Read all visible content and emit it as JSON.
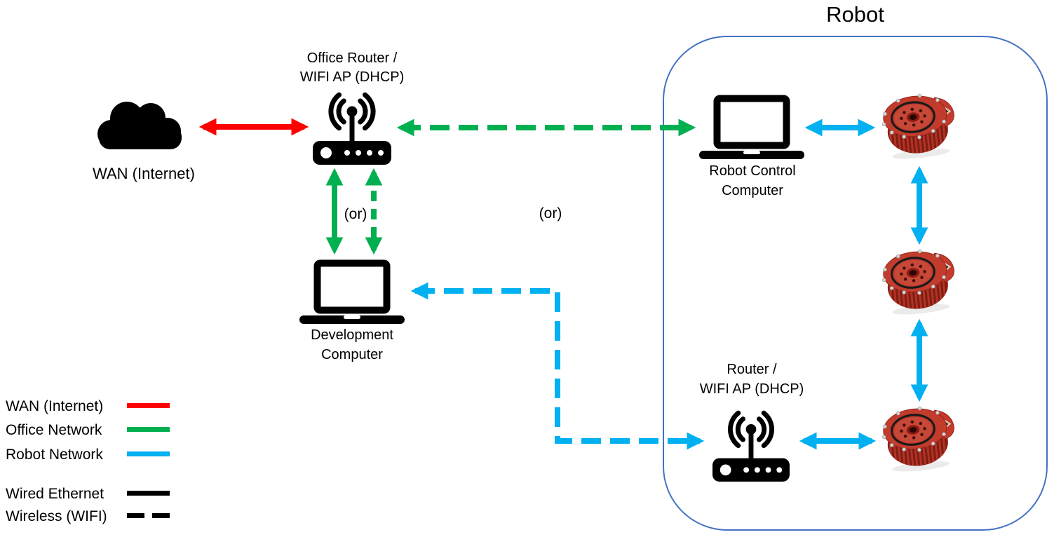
{
  "title": "Robot",
  "nodes": {
    "wan": {
      "label": "WAN (Internet)"
    },
    "office_router": {
      "label": [
        "Office Router /",
        "WIFI AP (DHCP)"
      ]
    },
    "development_computer": {
      "label": [
        "Development",
        "Computer"
      ]
    },
    "robot_control_computer": {
      "label": [
        "Robot Control",
        "Computer"
      ]
    },
    "robot_router": {
      "label": [
        "Router /",
        "WIFI AP (DHCP)"
      ]
    },
    "actuators": {
      "count": 3
    }
  },
  "annotations": {
    "or_wired_wireless": "(or)",
    "or_wifi_direct": "(or)"
  },
  "links": [
    {
      "from": "wan",
      "to": "office_router",
      "network": "WAN (Internet)",
      "type": "wired",
      "bidirectional": true
    },
    {
      "from": "office_router",
      "to": "robot_control_computer",
      "network": "Office Network",
      "type": "wireless",
      "bidirectional": true
    },
    {
      "from": "office_router",
      "to": "development_computer",
      "network": "Office Network",
      "type": "wired",
      "alternative": "(or)",
      "bidirectional": true
    },
    {
      "from": "office_router",
      "to": "development_computer",
      "network": "Office Network",
      "type": "wireless",
      "alternative": "(or)",
      "bidirectional": true
    },
    {
      "from": "development_computer",
      "to": "robot_router",
      "network": "Robot Network",
      "type": "wireless",
      "alternative": "(or)",
      "bidirectional": true
    },
    {
      "from": "robot_control_computer",
      "to": "actuator_1",
      "network": "Robot Network",
      "type": "wired",
      "bidirectional": true
    },
    {
      "from": "actuator_1",
      "to": "actuator_2",
      "network": "Robot Network",
      "type": "wired",
      "bidirectional": true
    },
    {
      "from": "actuator_2",
      "to": "actuator_3",
      "network": "Robot Network",
      "type": "wired",
      "bidirectional": true
    },
    {
      "from": "robot_router",
      "to": "actuator_3",
      "network": "Robot Network",
      "type": "wired",
      "bidirectional": true
    }
  ],
  "colors": {
    "wan_network": "#FF0000",
    "office_network": "#00B050",
    "robot_network": "#00B0F0",
    "wired": "#000000",
    "robot_boundary": "#4472C4"
  },
  "legend": {
    "items": [
      {
        "label": "WAN (Internet)",
        "color": "#FF0000",
        "line_style": "solid"
      },
      {
        "label": "Office Network",
        "color": "#00B050",
        "line_style": "solid"
      },
      {
        "label": "Robot Network",
        "color": "#00B0F0",
        "line_style": "solid"
      },
      {
        "label": "Wired Ethernet",
        "color": "#000000",
        "line_style": "solid"
      },
      {
        "label": "Wireless (WIFI)",
        "color": "#000000",
        "line_style": "dashed"
      }
    ]
  }
}
